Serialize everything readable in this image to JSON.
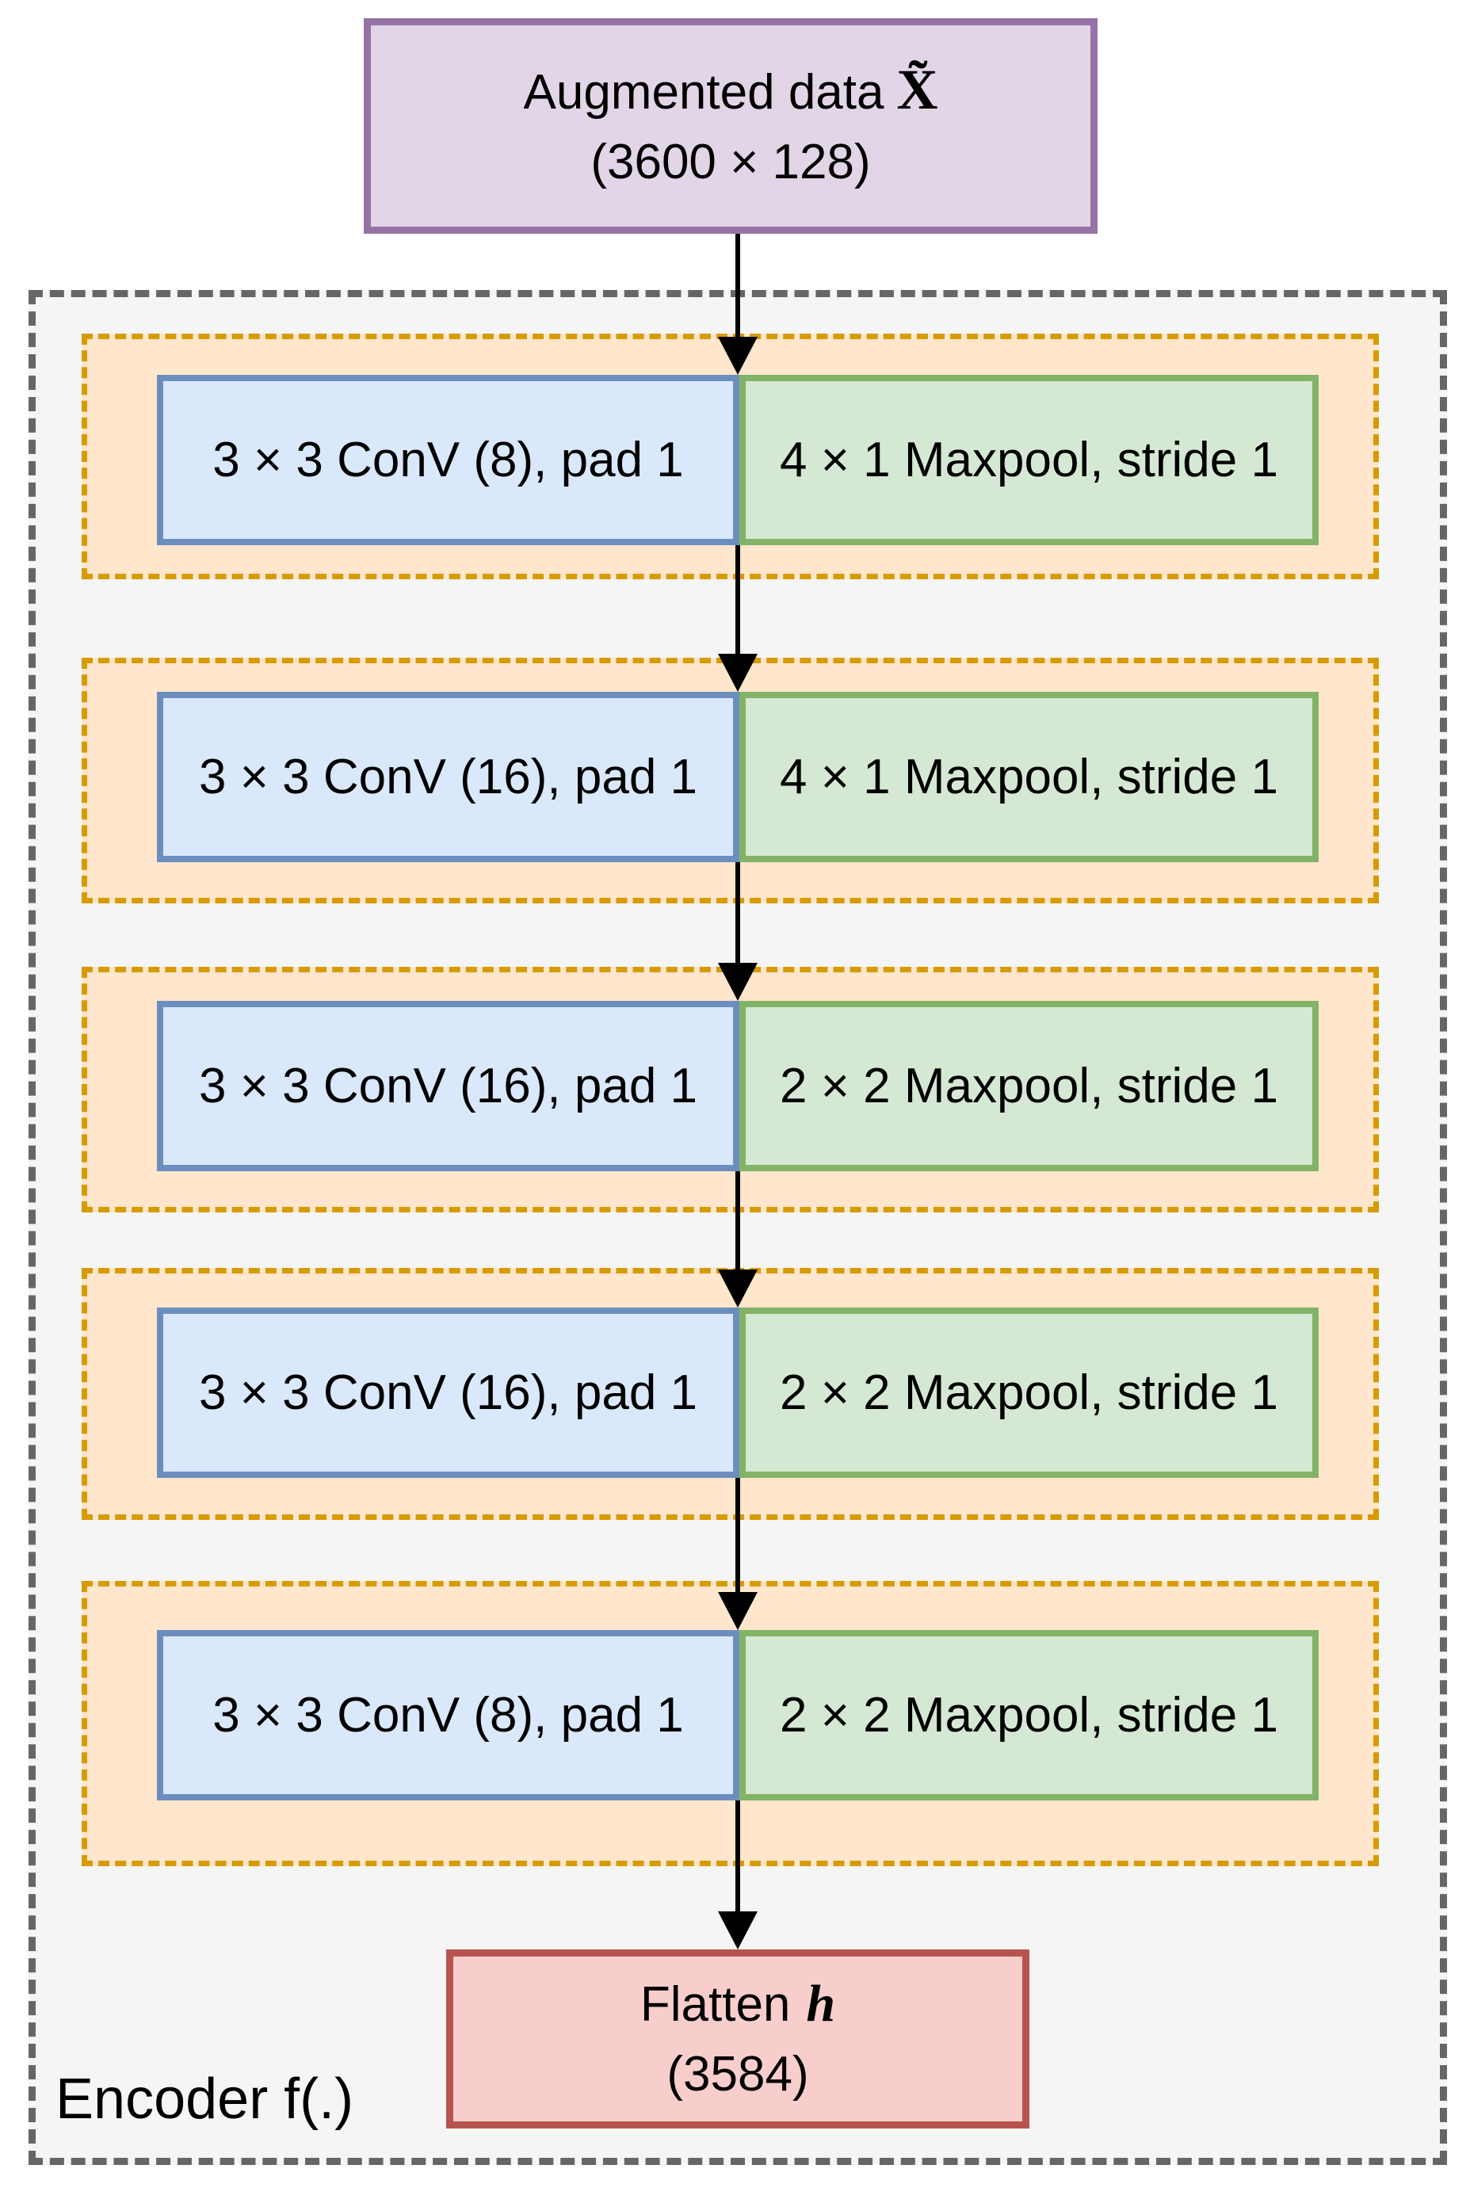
{
  "input_box": {
    "label": "Augmented data",
    "math_symbol": "X̃",
    "shape": "(3600 × 128)"
  },
  "blocks": [
    {
      "conv": "3 × 3 ConV (8), pad 1",
      "pool": "4 × 1 Maxpool, stride 1"
    },
    {
      "conv": "3 × 3 ConV (16), pad 1",
      "pool": "4 × 1 Maxpool, stride 1"
    },
    {
      "conv": "3 × 3 ConV (16), pad 1",
      "pool": "2 × 2 Maxpool, stride 1"
    },
    {
      "conv": "3 × 3 ConV (16), pad 1",
      "pool": "2 × 2 Maxpool, stride 1"
    },
    {
      "conv": "3 × 3 ConV (8), pad 1",
      "pool": "2 × 2 Maxpool, stride 1"
    }
  ],
  "output_box": {
    "label": "Flatten",
    "math_symbol": "h",
    "shape": "(3584)"
  },
  "encoder_label": "Encoder f(.)",
  "colors": {
    "input_fill": "#E1D5E7",
    "input_border": "#9673A6",
    "conv_fill": "#DAE8FC",
    "conv_border": "#6C8EBF",
    "pool_fill": "#D5E8D4",
    "pool_border": "#82B366",
    "stage_fill": "#FFE6CC",
    "stage_border": "#D79B00",
    "encoder_fill": "#F5F5F5",
    "encoder_border": "#666666",
    "output_fill": "#F8CECC",
    "output_border": "#B85450",
    "arrow": "#000000"
  }
}
